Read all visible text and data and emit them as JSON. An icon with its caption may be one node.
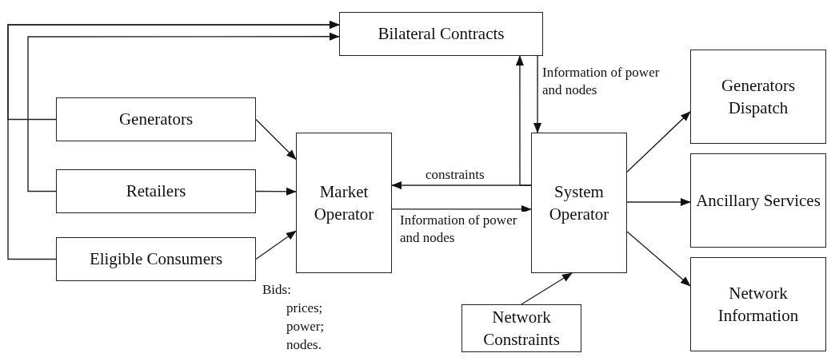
{
  "diagram": {
    "nodes": [
      {
        "text": [
          "Bilateral Contracts"
        ]
      },
      {
        "text": [
          "Generators"
        ]
      },
      {
        "text": [
          "Retailers"
        ]
      },
      {
        "text": [
          "Eligible Consumers"
        ]
      },
      {
        "text": [
          "Market Operator"
        ]
      },
      {
        "text": [
          "System Operator"
        ]
      },
      {
        "text": [
          "Generators Dispatch"
        ]
      },
      {
        "text": [
          "Ancillary Services"
        ]
      },
      {
        "text": [
          "Network Information"
        ]
      },
      {
        "text": [
          "Network Constraints"
        ]
      }
    ],
    "edges": [
      {
        "from": 1,
        "to": 0,
        "arrow": "to"
      },
      {
        "from": 3,
        "to": 0,
        "arrow": "to"
      },
      {
        "from": 2,
        "to": 0,
        "arrow": "to"
      },
      {
        "from": 1,
        "to": 4,
        "arrow": "to"
      },
      {
        "from": 2,
        "to": 4,
        "arrow": "to"
      },
      {
        "from": 3,
        "to": 4,
        "arrow": "to"
      },
      {
        "from": 4,
        "to": 5,
        "label": "Information of power and nodes",
        "arrow": "to"
      },
      {
        "from": 5,
        "to": 4,
        "label": "constraints",
        "arrow": "to"
      },
      {
        "from": 5,
        "to": 0,
        "arrow": "to"
      },
      {
        "from": 0,
        "to": 5,
        "label": "Information of power and nodes",
        "arrow": "to"
      },
      {
        "from": 5,
        "to": 6,
        "arrow": "to"
      },
      {
        "from": 5,
        "to": 7,
        "arrow": "to"
      },
      {
        "from": 5,
        "to": 8,
        "arrow": "to"
      },
      {
        "from": 9,
        "to": 5,
        "arrow": "to"
      }
    ],
    "labels": [
      "Bids: prices; power; nodes."
    ]
  }
}
